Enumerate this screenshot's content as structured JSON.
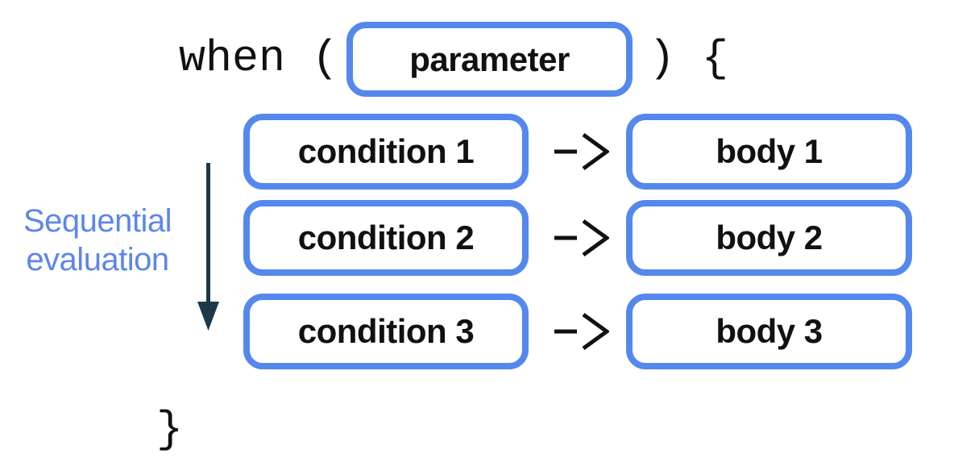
{
  "code": {
    "when_open": "when (",
    "close_paren_open_brace": ") {",
    "close_brace": "}"
  },
  "parameter_box": {
    "label": "parameter"
  },
  "rows": [
    {
      "condition_label": "condition 1",
      "arrow_symbol": "->",
      "body_label": "body 1"
    },
    {
      "condition_label": "condition 2",
      "arrow_symbol": "->",
      "body_label": "body 2"
    },
    {
      "condition_label": "condition 3",
      "arrow_symbol": "->",
      "body_label": "body 3"
    }
  ],
  "side_annotation": {
    "line1": "Sequential",
    "line2": "evaluation"
  },
  "colors": {
    "box_border_blue": "#5588EC",
    "side_label_blue": "#5C86EA",
    "sequence_arrow_dark": "#1D3848",
    "text_black": "#111111",
    "background": "#FFFFFF"
  }
}
